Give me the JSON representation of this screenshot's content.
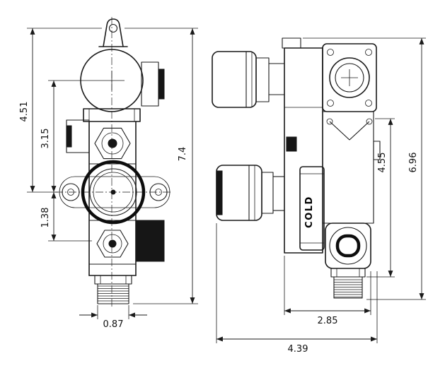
{
  "drawing": {
    "front_view": {
      "dims": {
        "total_height": "7.4",
        "top_to_handle_center": "4.51",
        "port_center_to_handle_center": "3.15",
        "handle_center_to_lower_port": "1.38",
        "outlet_width": "0.87"
      }
    },
    "side_view": {
      "cartridge_label": "COLD",
      "dims": {
        "total_height": "6.96",
        "mount_to_outlet": "4.55",
        "body_depth": "2.85",
        "total_depth": "4.39"
      }
    }
  }
}
